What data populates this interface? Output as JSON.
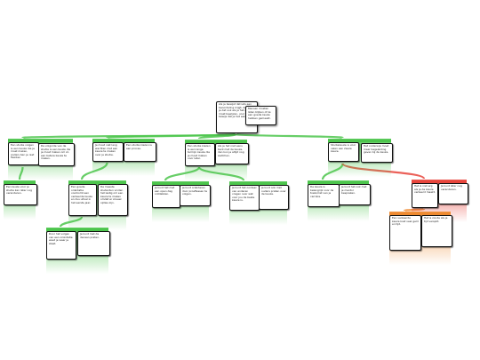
{
  "diagram": {
    "colors": {
      "pro": "#4cc54c",
      "con": "#e8453c",
      "orange": "#ee8a30",
      "border": "#111111"
    },
    "nodes": [
      {
        "id": "root",
        "kind": "root",
        "parent": null,
        "text": "Als je bewijst dat iets een beoordeling krijgt, dan krijg je dat ook als je het eerst moet bewijzen, voor het bewijs dat je het eens bent.",
        "text2": "Mensen moeten laten blijken of ze een goede keuze hebben gemaakt."
      },
      {
        "id": "l1a",
        "kind": "pro",
        "parent": "root",
        "text": "Een studie volgen is een keuze die je moet maken, anders ben je niet flexibel.",
        "text2": "De volgorde van de studie is een keuze die je moet maken om zo een betere keuze te maken."
      },
      {
        "id": "l1b",
        "kind": "pro",
        "parent": "root",
        "text": "Je moet niet lang wachten met een keuze te maken over je studie.",
        "text2": "Een studie kiezen is een proces."
      },
      {
        "id": "l1c",
        "kind": "pro",
        "parent": "root",
        "text": "Een studie kiezen is een lange termijn keuze die je moet maken voor later.",
        "text2": "Als je het niet eens bent met de keuze, dan kun je altijd nog switchen."
      },
      {
        "id": "l1d",
        "kind": "pro",
        "parent": "root",
        "text": "Studiekeuze is voor velen een zware keuze.",
        "text2": "Het onderwijs moet meer begeleiding geven bij de keuze."
      },
      {
        "id": "l2a",
        "kind": "pro",
        "parent": "l1a",
        "text": "Een keuze voor je studie kan later nog veranderen."
      },
      {
        "id": "l2b",
        "kind": "pro",
        "parent": "l1b",
        "text": "Een goede oriëntatie voorkomt een verkeerde keuze en dus uitval in het eerste jaar.",
        "text2": "De meeste studenten vinden het lastig om een keuze te maken omdat er zoveel opties zijn."
      },
      {
        "id": "l2c",
        "kind": "pro",
        "parent": "l1c",
        "text": "Je kunt het met een open dag ontdekken.",
        "text2": "Je kunt oriënteren door proeflessen te volgen."
      },
      {
        "id": "l2d",
        "kind": "pro",
        "parent": "l1c",
        "text": "Je kunt het oordeel van anderen vragen over wat voor jou de beste keuze is.",
        "text2": "Je kunt ook met ouders praten over de keuze."
      },
      {
        "id": "l2e",
        "kind": "pro",
        "parent": "l1d",
        "text": "De keuze is belangrijk voor de toekomst van je carrière.",
        "text2": "Je kunt het ook met je mentor bespreken."
      },
      {
        "id": "l2f",
        "kind": "con",
        "parent": "l1d",
        "text": "Het is niet erg als je de keuze verkeerd maakt.",
        "text2": "Je kunt later nog veranderen."
      },
      {
        "id": "l3a",
        "kind": "pro",
        "parent": "l2b",
        "text": "Door het volgen van een oriëntatie weet je waar je staat.",
        "text2": "Je kunt met de decaan praten."
      },
      {
        "id": "l3b",
        "kind": "orange",
        "parent": "l2f",
        "text": "Een verkeerde keuze kost veel geld en tijd.",
        "text2": "Het is zonde als je tijd verspilt."
      }
    ]
  }
}
